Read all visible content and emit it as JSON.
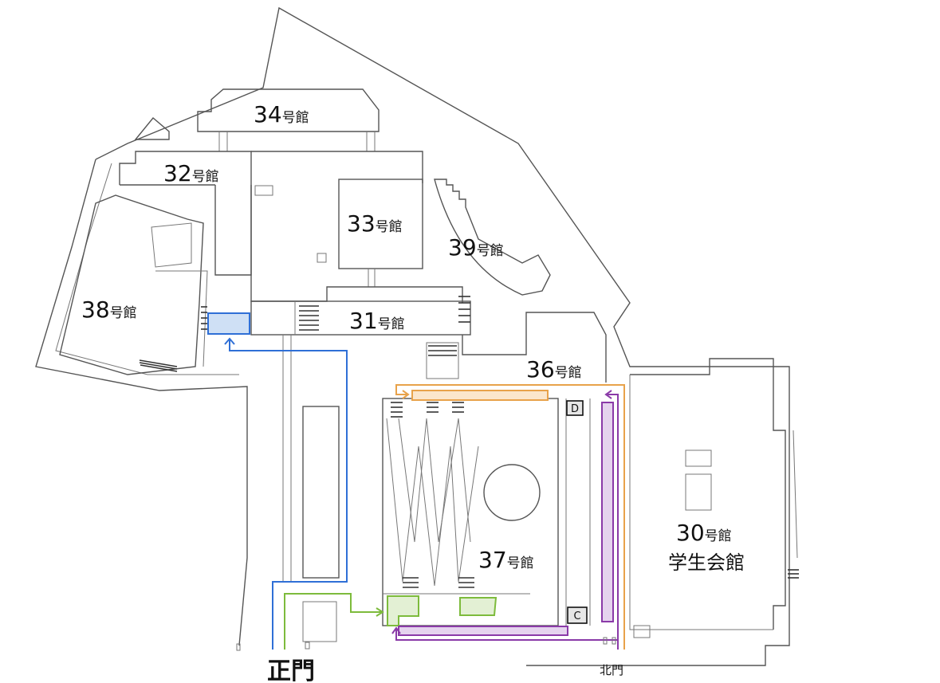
{
  "buildings": [
    {
      "id": "b34",
      "num": "34",
      "suffix": "号館"
    },
    {
      "id": "b32",
      "num": "32",
      "suffix": "号館"
    },
    {
      "id": "b33",
      "num": "33",
      "suffix": "号館"
    },
    {
      "id": "b39",
      "num": "39",
      "suffix": "号館"
    },
    {
      "id": "b38",
      "num": "38",
      "suffix": "号館"
    },
    {
      "id": "b31",
      "num": "31",
      "suffix": "号館"
    },
    {
      "id": "b36",
      "num": "36",
      "suffix": "号館"
    },
    {
      "id": "b37",
      "num": "37",
      "suffix": "号館"
    },
    {
      "id": "b30",
      "num": "30",
      "suffix": "号館",
      "line2": "学生会館"
    }
  ],
  "gates": {
    "main": "正門",
    "north": "北門"
  },
  "markers": {
    "d": "D",
    "c": "C"
  },
  "routes": {
    "blue": "#2f6fd6",
    "orange": "#e8a24a",
    "green": "#7dbb3c",
    "purple": "#8a3aa8"
  }
}
